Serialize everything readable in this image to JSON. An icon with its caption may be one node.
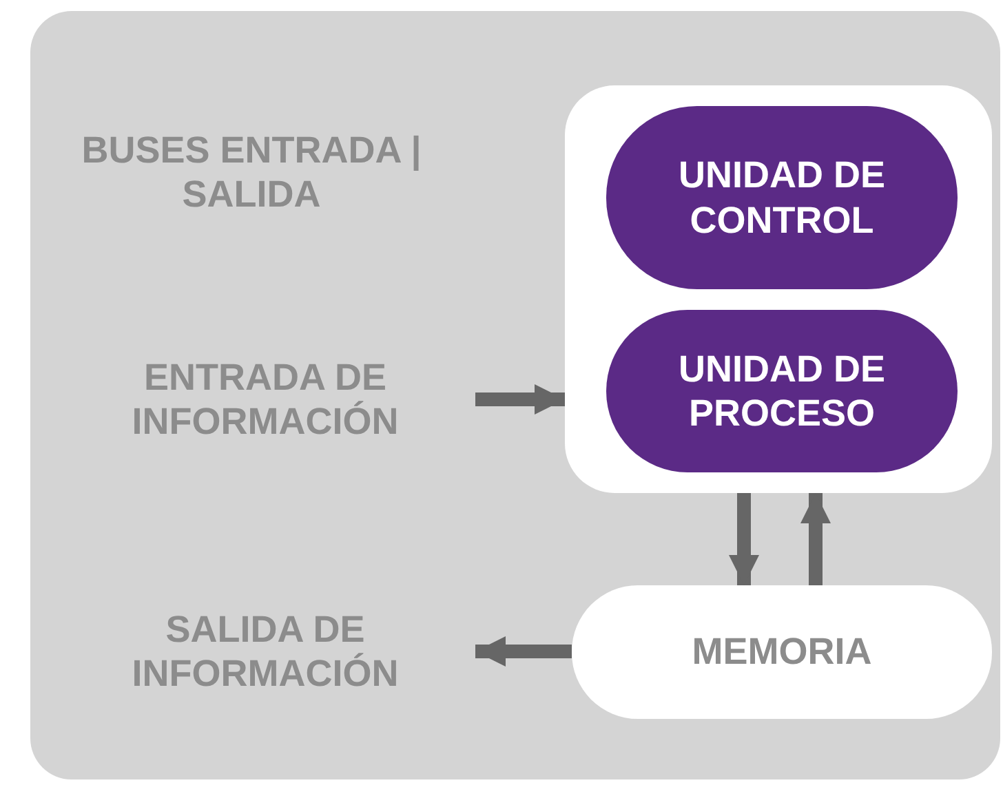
{
  "diagram": {
    "nodes": [
      {
        "text": [],
        "shape": "box"
      },
      {
        "text": [
          "ENTRADA DE INFORMACIÓN"
        ],
        "in": 0
      },
      {
        "text": [],
        "shape": "box",
        "in": 0
      },
      {
        "text": [
          "UNIDAD DE CONTROL"
        ],
        "in": 2
      },
      {
        "text": [
          "UNIDAD DE PROCESO"
        ],
        "in": 2
      },
      {
        "text": [
          "SALIDA DE INFORMACIÓN"
        ],
        "in": 0
      },
      {
        "text": [
          "MEMORIA"
        ],
        "in": 0
      }
    ],
    "edges": [
      {
        "from": 1,
        "to": 2,
        "arrow": "to"
      },
      {
        "from": 2,
        "to": 6,
        "arrow": "to"
      },
      {
        "from": 6,
        "to": 2,
        "arrow": "to"
      },
      {
        "from": 6,
        "to": 5,
        "arrow": "to"
      }
    ],
    "labels": [
      "BUSES ENTRADA | SALIDA"
    ]
  }
}
